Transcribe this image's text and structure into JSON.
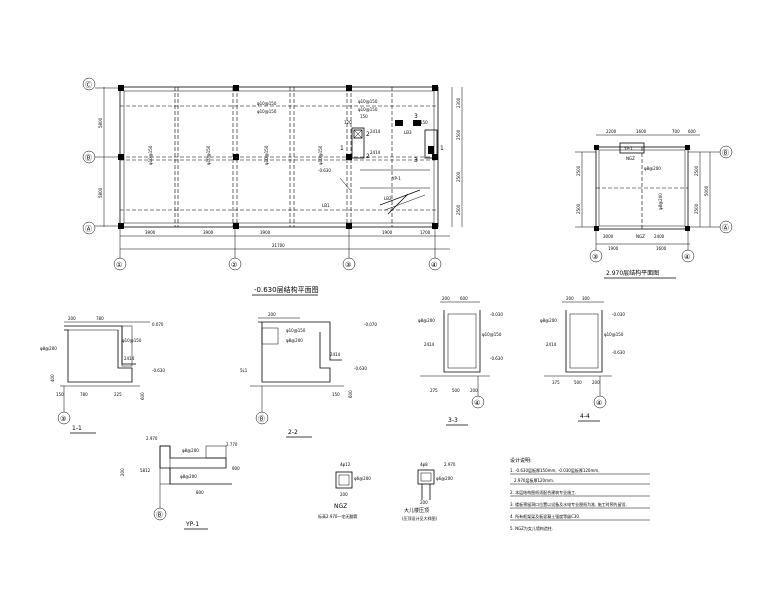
{
  "plan_main": {
    "title": "-0.630层结构平面图",
    "axes_h": [
      "①",
      "②",
      "③",
      "④"
    ],
    "axes_v": [
      "Ⓒ",
      "Ⓑ",
      "Ⓐ"
    ],
    "dims_bottom": [
      "3900",
      "3900",
      "3900",
      "1900",
      "1700"
    ],
    "dim_total": "21700",
    "dims_left": [
      "5800",
      "5800"
    ],
    "dims_right": [
      "2300",
      "2500",
      "2500",
      "2500"
    ],
    "rebar_labels": [
      "φ10@150",
      "φ10@150",
      "φ10@150",
      "φ10@150",
      "φ10@150",
      "φ10@150",
      "φ10@150",
      "φ10@150"
    ],
    "callouts": [
      "1",
      "1",
      "2",
      "2",
      "3",
      "3",
      "LB1",
      "LB2",
      "LB3"
    ],
    "misc": [
      "-0.630",
      "2414",
      "2414",
      "120",
      "150",
      "YP-1",
      "150"
    ]
  },
  "plan_small": {
    "title": "2.970层结构平面图",
    "axes_h": [
      "③",
      "④"
    ],
    "axes_v": [
      "Ⓑ",
      "Ⓐ"
    ],
    "dims_top": [
      "2200",
      "1600",
      "700",
      "600"
    ],
    "dims_bottom": [
      "1900",
      "1600"
    ],
    "dims_left": [
      "2500",
      "2500"
    ],
    "dims_right": [
      "2500",
      "2500"
    ],
    "dim_right_total": "5000",
    "labels": [
      "YP-1",
      "NGZ",
      "NGZ",
      "φ8@200",
      "φ8@200",
      "3000",
      "2400"
    ]
  },
  "sections": {
    "s11": {
      "name": "1-1",
      "axis": "③",
      "top_dims": [
        "200",
        "780"
      ],
      "labels": [
        "φ8@200",
        "φ10@150",
        "2414",
        "0.070",
        "-0.630",
        "400",
        "150",
        "780",
        "225"
      ],
      "side": "600"
    },
    "s22": {
      "name": "2-2",
      "axis": "Ⓑ",
      "top_dims": [
        "200"
      ],
      "labels": [
        "φ10@150",
        "φ8@200",
        "-0.070",
        "-0.630",
        "2414",
        "5L1",
        "150"
      ],
      "side": "600"
    },
    "s33": {
      "name": "3-3",
      "axis": "④",
      "top_dims": [
        "200",
        "600"
      ],
      "labels": [
        "φ8@200",
        "φ10@150",
        "-0.030",
        "2414",
        "-0.630",
        "275",
        "500",
        "200"
      ]
    },
    "s44": {
      "name": "4-4",
      "axis": "④",
      "top_dims": [
        "200",
        "300"
      ],
      "labels": [
        "φ8@200",
        "φ10@150",
        "-0.030",
        "2414",
        "-0.630",
        "375",
        "500",
        "200"
      ]
    },
    "yp1": {
      "name": "YP-1",
      "axis": "Ⓑ",
      "labels": [
        "2.970",
        "2.770",
        "φ8@200",
        "φ8@200",
        "5812",
        "800",
        "200",
        "900"
      ]
    },
    "ngz": {
      "name": "NGZ",
      "top": "4φ12",
      "mid": "φ6@200",
      "dim": "200",
      "note": "标高2.970一宅无翻筒"
    },
    "dl": {
      "name": "大儿楼压顶",
      "top": "4φ8",
      "mid": "φ6@200",
      "dim": "200",
      "elev": "2.970",
      "note": "(压顶设计见大样图)"
    }
  },
  "notes": {
    "heading": "设计说明:",
    "items": [
      "1. -0.630层板厚150mm, -0.030层板厚120mm,",
      "2.970层板厚120mm.",
      "2. 本层结构图纸须配合建筑专业施工.",
      "3. 楼板预留洞口位置以设备及水电专业图纸为准, 施工时预先留设.",
      "4. 所有框架梁及板混凝土强度等级C30.",
      "5. NGZ为女儿墙构造柱."
    ]
  }
}
